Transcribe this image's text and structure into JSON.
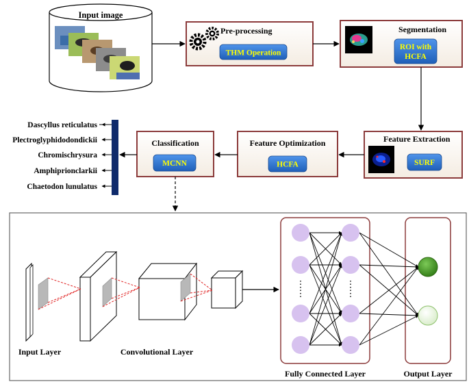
{
  "colors": {
    "box_border": "#8b3a3a",
    "box_fill": "#fdf9f4",
    "button_fill": "#2e75d6",
    "button_text": "#ffff00",
    "class_bar": "#0f2a6b",
    "node_fill": "#d7c2ef",
    "output_green": "#3a8c1e",
    "output_light": "#eef7e6",
    "conv_line": "#e02020"
  },
  "top_row": {
    "input_image": "Input image",
    "preprocessing": {
      "title": "Pre-processing",
      "button": "THM Operation",
      "icon": "gears-icon"
    },
    "segmentation": {
      "title": "Segmentation",
      "button_line1": "ROI with",
      "button_line2": "HCFA",
      "icon": "segmented-fish-thumbnail"
    }
  },
  "middle_row": {
    "feature_extraction": {
      "title": "Feature Extraction",
      "button": "SURF",
      "icon": "feature-map-thumbnail"
    },
    "feature_optimization": {
      "title": "Feature Optimization",
      "button": "HCFA"
    },
    "classification": {
      "title": "Classification",
      "button": "MCNN"
    }
  },
  "classes": [
    "Dascyllus reticulatus",
    "Plectroglyphidodondickii",
    "Chromischrysura",
    "Amphiprionclarkii",
    "Chaetodon lunulatus"
  ],
  "cnn": {
    "input_layer": "Input Layer",
    "conv_layer": "Convolutional Layer",
    "fc_layer": "Fully Connected Layer",
    "output_layer": "Output Layer"
  }
}
